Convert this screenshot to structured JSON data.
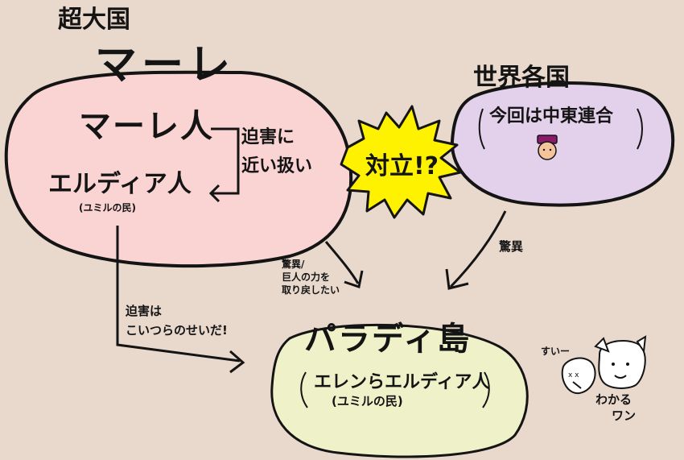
{
  "header": {
    "superpower_label": "超大国",
    "marley_title": "マーレ"
  },
  "marley": {
    "marleyans": "マーレ人",
    "eldians": "エルディア人",
    "eldians_sub": "(ユミルの民)",
    "persecution_note_line1": "迫害に",
    "persecution_note_line2": "近い扱い"
  },
  "world": {
    "title": "世界各国",
    "sub": "今回は中東連合"
  },
  "conflict": {
    "label": "対立!?"
  },
  "arrows": {
    "marley_to_paradis_line1": "驚異/",
    "marley_to_paradis_line2": "巨人の力を",
    "marley_to_paradis_line3": "取り戻したい",
    "world_to_paradis": "驚異",
    "eldian_blame_line1": "迫害は",
    "eldian_blame_line2": "こいつらのせいだ!"
  },
  "paradis": {
    "title": "パラディ島",
    "sub_line1": "エレンらエルディア人",
    "sub_line2": "(ユミルの民)"
  },
  "corner": {
    "left_caption": "すいー",
    "right_caption_line1": "わかる",
    "right_caption_line2": "ワン"
  },
  "colors": {
    "background": "#e9d9cd",
    "marley_fill": "#fad3d3",
    "world_fill": "#e3d0ea",
    "paradis_fill": "#eff2c9",
    "conflict_fill": "#fff200",
    "ink": "#141414"
  }
}
